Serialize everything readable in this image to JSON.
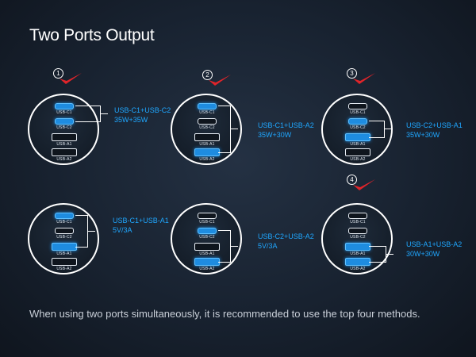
{
  "title": "Two Ports Output",
  "footer": "When using two ports simultaneously, it is recommended to use the top  four  methods.",
  "colors": {
    "accent": "#1fa7ff",
    "check": "#e0242a",
    "active_port": "#1e8ce0"
  },
  "port_labels": {
    "c1": "USB-C1",
    "c2": "USB-C2",
    "a1": "USB-A1",
    "a2": "USB-A2"
  },
  "configs": [
    {
      "marker": "1",
      "spec_line1": "USB-C1+USB-C2",
      "spec_line2": "35W+35W"
    },
    {
      "marker": "2",
      "spec_line1": "USB-C1+USB-A2",
      "spec_line2": "35W+30W"
    },
    {
      "marker": "3",
      "spec_line1": "USB-C2+USB-A1",
      "spec_line2": "35W+30W"
    },
    {
      "marker": "",
      "spec_line1": "USB-C1+USB-A1",
      "spec_line2": "5V/3A"
    },
    {
      "marker": "",
      "spec_line1": "USB-C2+USB-A2",
      "spec_line2": "5V/3A"
    },
    {
      "marker": "4",
      "spec_line1": "USB-A1+USB-A2",
      "spec_line2": "30W+30W"
    }
  ]
}
